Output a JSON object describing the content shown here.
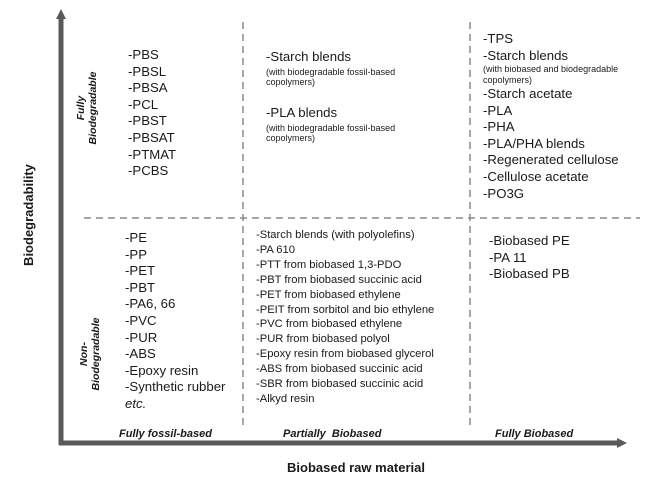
{
  "axes": {
    "y_label": "Biodegradability",
    "x_label": "Biobased raw material"
  },
  "rows": {
    "top": [
      "Fully",
      "Biodegradable"
    ],
    "bottom": [
      "Non-",
      "Biodegradable"
    ]
  },
  "columns": [
    "Fully fossil-based",
    "Partially  Biobased",
    "Fully Biobased"
  ],
  "cells": {
    "top_left": [
      "-PBS",
      "-PBSL",
      "-PBSA",
      "-PCL",
      "-PBST",
      "-PBSAT",
      "-PTMAT",
      "-PCBS"
    ],
    "top_middle": [
      {
        "text": "-Starch blends",
        "note": "(with biodegradable fossil-based copolymers)"
      },
      {
        "text": "-PLA blends",
        "note": "(with biodegradable fossil-based copolymers)"
      }
    ],
    "top_right": [
      {
        "text": "-TPS"
      },
      {
        "text": "-Starch blends",
        "note": "(with biobased and biodegradable copolymers)"
      },
      {
        "text": "-Starch acetate"
      },
      {
        "text": "-PLA"
      },
      {
        "text": "-PHA"
      },
      {
        "text": "-PLA/PHA blends"
      },
      {
        "text": "-Regenerated cellulose"
      },
      {
        "text": "-Cellulose acetate"
      },
      {
        "text": "-PO3G"
      }
    ],
    "bottom_left": [
      "-PE",
      "-PP",
      "-PET",
      "-PBT",
      "-PA6, 66",
      "-PVC",
      "-PUR",
      "-ABS",
      "-Epoxy resin",
      "-Synthetic rubber"
    ],
    "bottom_left_etc": "etc.",
    "bottom_middle": [
      "-Starch blends (with polyolefins)",
      "-PA 610",
      "-PTT from biobased 1,3-PDO",
      "-PBT from biobased succinic acid",
      "-PET from biobased ethylene",
      "-PEIT from sorbitol and bio ethylene",
      "-PVC from biobased ethylene",
      "-PUR from biobased polyol",
      "-Epoxy resin from biobased glycerol",
      "-ABS from biobased succinic acid",
      "-SBR from biobased succinic acid",
      "-Alkyd resin"
    ],
    "bottom_right": [
      "-Biobased PE",
      "-PA 11",
      "-Biobased PB"
    ]
  },
  "colors": {
    "axis": "#5a5a5a",
    "divider": "#8a8a8a",
    "text": "#1a1a1a"
  }
}
